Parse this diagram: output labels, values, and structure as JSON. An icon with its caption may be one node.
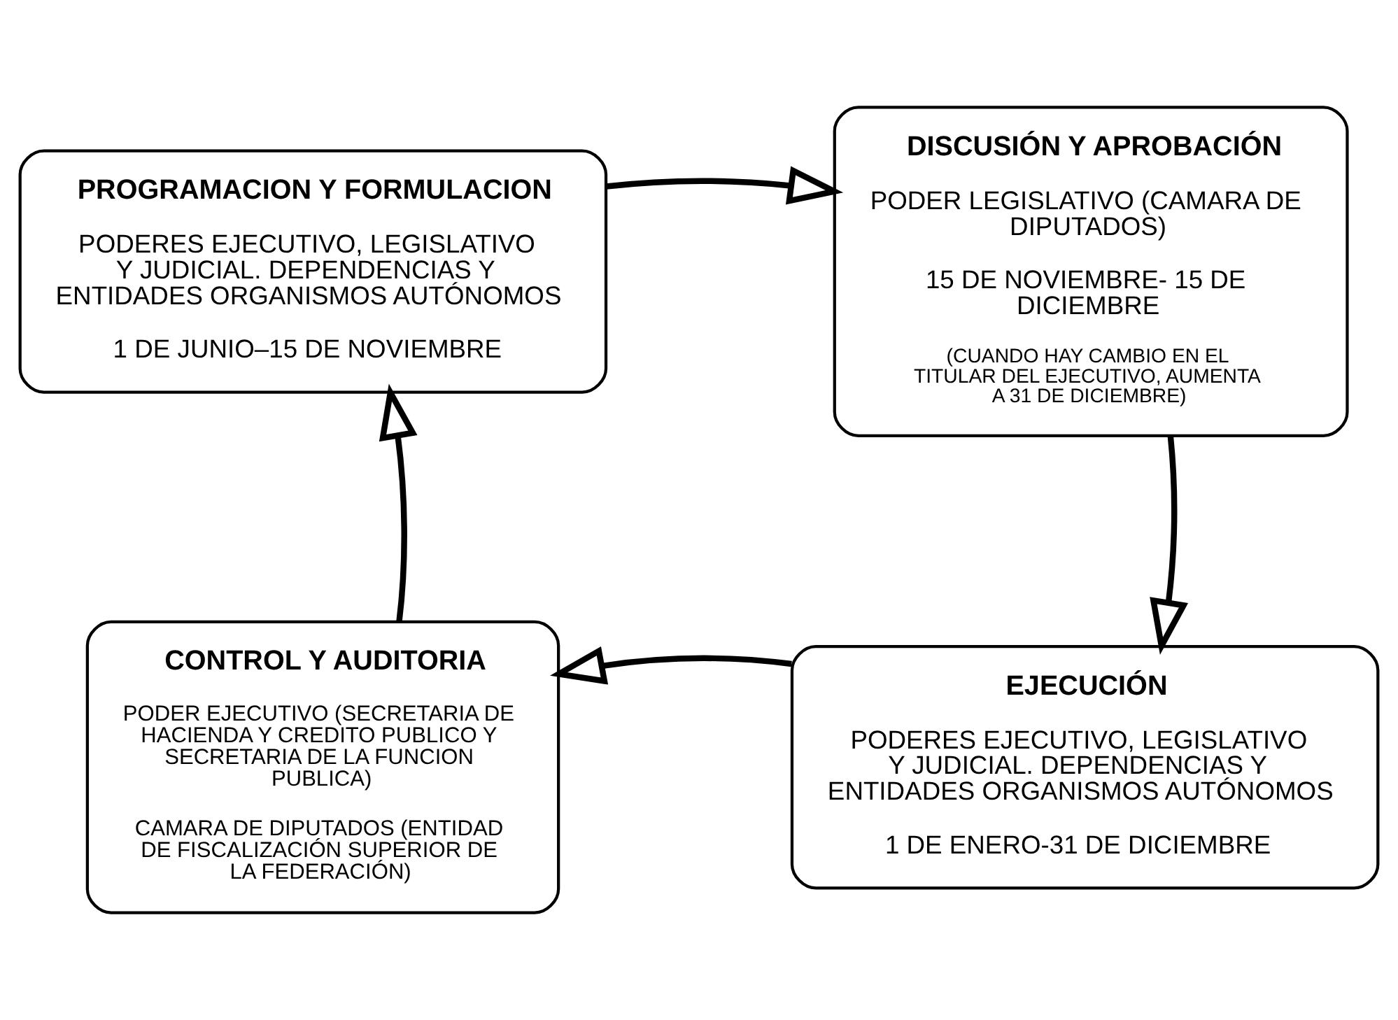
{
  "diagram": {
    "nodes": [
      {
        "text": [
          "PROGRAMACION Y FORMULACION",
          "PODERES EJECUTIVO, LEGISLATIVO Y JUDICIAL. DEPENDENCIAS Y ENTIDADES ORGANISMOS AUTÓNOMOS",
          "1 DE JUNIO–15 DE NOVIEMBRE"
        ]
      },
      {
        "text": [
          "DISCUSIÓN Y APROBACIÓN",
          "PODER LEGISLATIVO (CAMARA DE DIPUTADOS)",
          "15 DE NOVIEMBRE- 15 DE DICIEMBRE",
          "(CUANDO HAY CAMBIO EN EL TITULAR DEL EJECUTIVO, AUMENTA A 31 DE DICIEMBRE)"
        ]
      },
      {
        "text": [
          "EJECUCIÓN",
          "PODERES EJECUTIVO, LEGISLATIVO Y JUDICIAL. DEPENDENCIAS Y ENTIDADES ORGANISMOS AUTÓNOMOS",
          "1 DE ENERO-31 DE DICIEMBRE"
        ]
      },
      {
        "text": [
          "CONTROL Y AUDITORIA",
          "PODER EJECUTIVO (SECRETARIA DE HACIENDA Y CREDITO PUBLICO Y SECRETARIA DE LA FUNCION PUBLICA)",
          "CAMARA DE DIPUTADOS (ENTIDAD DE FISCALIZACIÓN SUPERIOR DE LA FEDERACIÓN)"
        ]
      }
    ],
    "edges": [
      {
        "from": 0,
        "to": 1,
        "arrow": "to"
      },
      {
        "from": 1,
        "to": 2,
        "arrow": "to"
      },
      {
        "from": 2,
        "to": 3,
        "arrow": "to"
      },
      {
        "from": 3,
        "to": 0,
        "arrow": "to"
      }
    ]
  }
}
